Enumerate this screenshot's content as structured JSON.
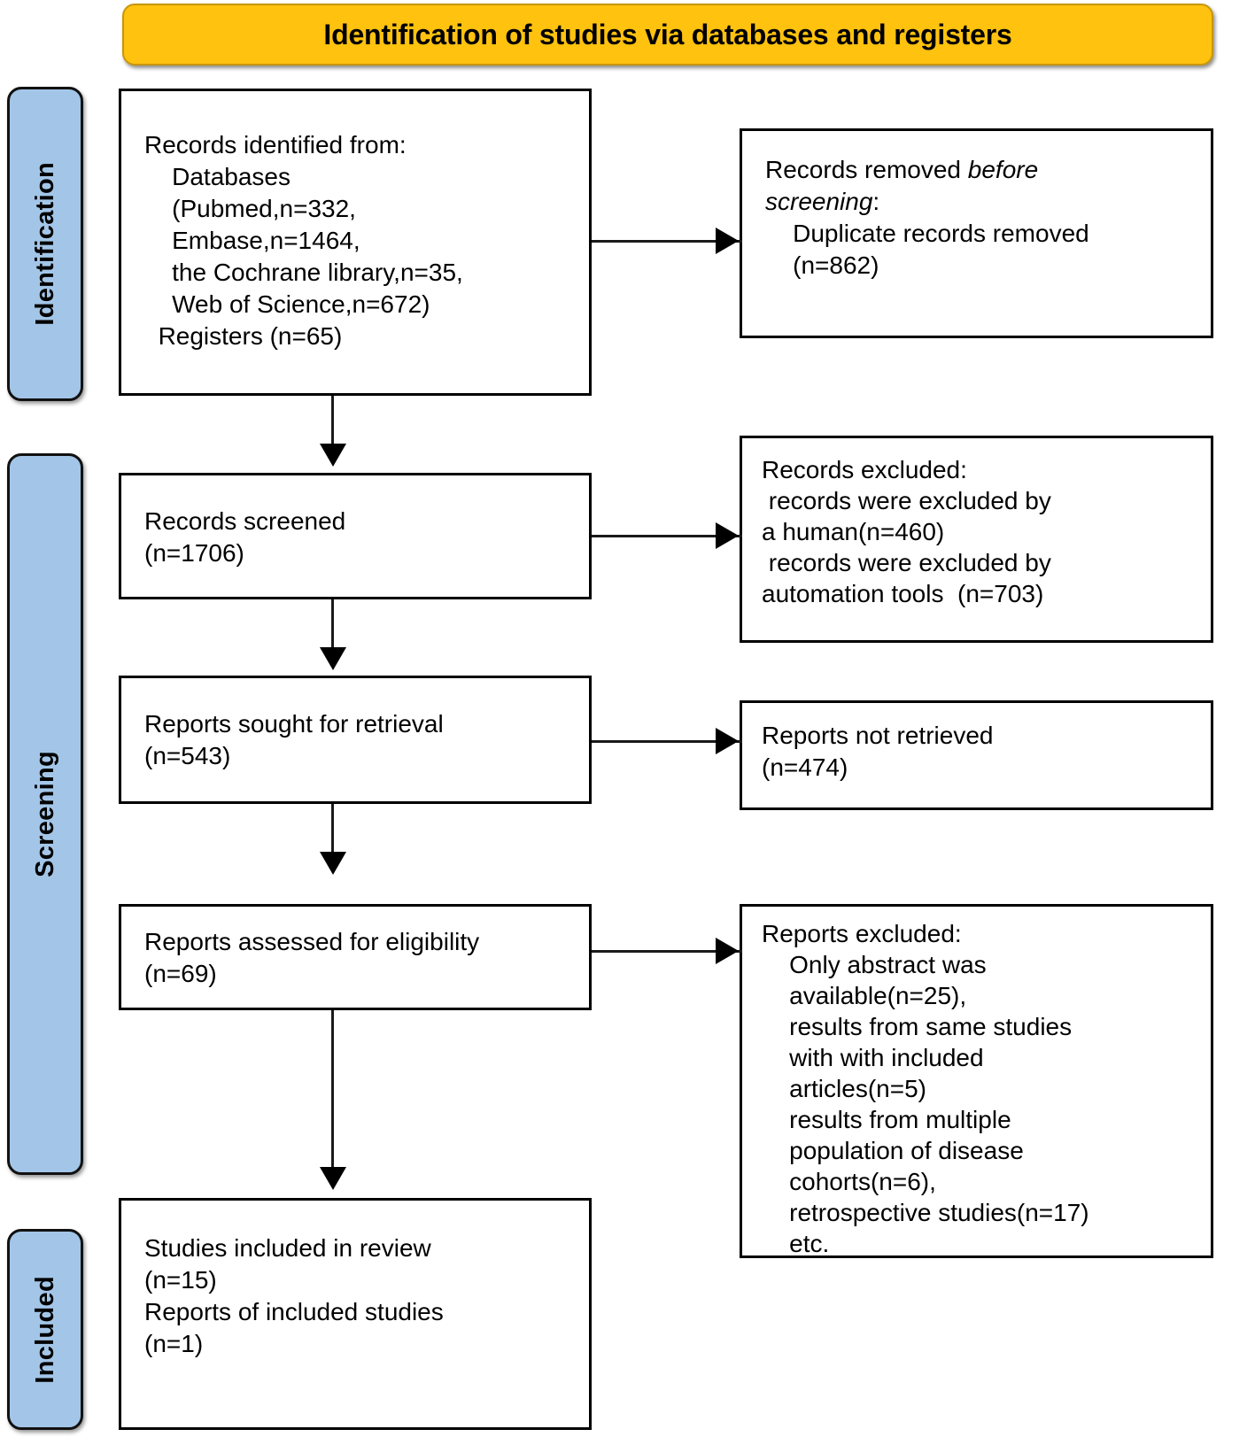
{
  "diagram": {
    "type": "PRISMA flow diagram",
    "banner": {
      "title": "Identification of studies via databases and registers"
    },
    "stages": [
      {
        "id": "identification",
        "label": "Identification"
      },
      {
        "id": "screening",
        "label": "Screening"
      },
      {
        "id": "included",
        "label": "Included"
      }
    ],
    "boxes": {
      "records_identified": {
        "text": "Records identified from:\n    Databases\n    (Pubmed,n=332,\n    Embase,n=1464,\n    the Cochrane library,n=35,\n    Web of Science,n=672)\n  Registers (n=65)"
      },
      "records_removed": {
        "line1_prefix": "Records removed ",
        "line1_italic": "before",
        "line2_italic": "screening",
        "line2_suffix": ":",
        "rest": "\n    Duplicate records removed\n    (n=862)"
      },
      "records_screened": {
        "text": "Records screened\n(n=1706)"
      },
      "records_excluded": {
        "text": "Records excluded:\n records were excluded by\na human(n=460)\n records were excluded by\nautomation tools  (n=703)"
      },
      "reports_sought": {
        "text": "Reports sought for retrieval\n(n=543)"
      },
      "reports_not_retrieved": {
        "text": "Reports not retrieved\n(n=474)"
      },
      "reports_assessed": {
        "text": "Reports assessed for eligibility\n(n=69)"
      },
      "reports_excluded": {
        "text": "Reports excluded:\n    Only abstract was\n    available(n=25),\n    results from same studies\n    with with included\n    articles(n=5)\n    results from multiple\n    population of disease\n    cohorts(n=6),\n    retrospective studies(n=17)\n    etc."
      },
      "studies_included": {
        "text": "Studies included in review\n(n=15)\nReports of included studies\n(n=1)"
      }
    },
    "counts": {
      "pubmed": 332,
      "embase": 1464,
      "cochrane_library": 35,
      "web_of_science": 672,
      "registers": 65,
      "duplicates_removed": 862,
      "records_screened": 1706,
      "excluded_by_human": 460,
      "excluded_by_automation": 703,
      "reports_sought": 543,
      "reports_not_retrieved": 474,
      "reports_assessed": 69,
      "excluded_only_abstract": 25,
      "excluded_same_studies": 5,
      "excluded_multiple_population": 6,
      "excluded_retrospective": 17,
      "studies_included": 15,
      "reports_of_included_studies": 1
    },
    "colors": {
      "banner_fill": "#FFC20E",
      "banner_border": "#C8960C",
      "stage_fill": "#A3C6E8",
      "stage_border": "#111111",
      "box_border": "#000000",
      "box_fill": "#FFFFFF",
      "connector": "#000000"
    }
  }
}
